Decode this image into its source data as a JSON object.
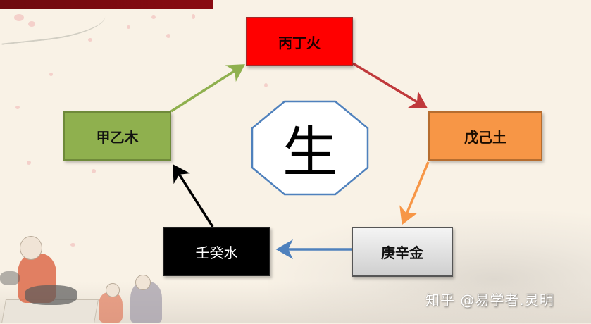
{
  "center": {
    "label": "生"
  },
  "nodes": {
    "fire": {
      "label": "丙丁火",
      "color": "#ff0000"
    },
    "earth": {
      "label": "戊己土",
      "color": "#f79646"
    },
    "metal": {
      "label": "庚辛金",
      "color": "#e0e0e0"
    },
    "water": {
      "label": "壬癸水",
      "color": "#000000"
    },
    "wood": {
      "label": "甲乙木",
      "color": "#8fb04e"
    }
  },
  "edges": [
    {
      "from": "甲乙木",
      "to": "丙丁火",
      "color": "#8fb04e"
    },
    {
      "from": "丙丁火",
      "to": "戊己土",
      "color": "#c0393b"
    },
    {
      "from": "戊己土",
      "to": "庚辛金",
      "color": "#f79646"
    },
    {
      "from": "庚辛金",
      "to": "壬癸水",
      "color": "#4f81bd"
    },
    {
      "from": "壬癸水",
      "to": "甲乙木",
      "color": "#000000"
    }
  ],
  "watermark": {
    "text": "知乎 @易学者.灵明"
  }
}
